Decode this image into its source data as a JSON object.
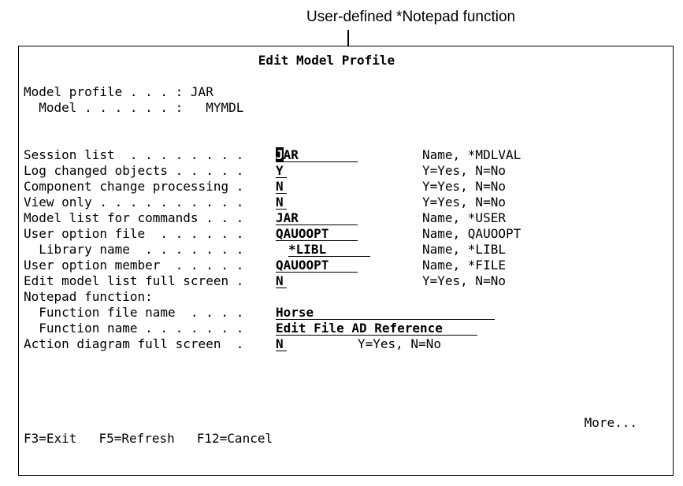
{
  "colors": {
    "foreground": "#000000",
    "background": "#ffffff"
  },
  "annotation": {
    "label": "User-defined *Notepad function"
  },
  "screen": {
    "title": "Edit Model Profile",
    "profile": [
      {
        "label": "Model profile . . . : ",
        "value": "JAR"
      },
      {
        "label": "  Model . . . . . . :   ",
        "value": "MYMDL"
      }
    ],
    "fields": [
      {
        "label": "Session list  . . . . . . . .",
        "value": "JAR",
        "hint": "Name, *MDLVAL"
      },
      {
        "label": "Log changed objects . . . . .",
        "value": "Y",
        "hint": "Y=Yes, N=No"
      },
      {
        "label": "Component change processing .",
        "value": "N",
        "hint": "Y=Yes, N=No"
      },
      {
        "label": "View only . . . . . . . . . .",
        "value": "N",
        "hint": "Y=Yes, N=No"
      },
      {
        "label": "Model list for commands . . .",
        "value": "JAR",
        "hint": "Name, *USER"
      },
      {
        "label": "User option file  . . . . . .",
        "value": "QAUOOPT",
        "hint": "Name, QAUOOPT"
      },
      {
        "label": "  Library name  . . . . . . .",
        "value": "*LIBL",
        "hint": "Name, *LIBL"
      },
      {
        "label": "User option member  . . . . .",
        "value": "QAUOOPT",
        "hint": "Name, *FILE"
      },
      {
        "label": "Edit model list full screen .",
        "value": "N",
        "hint": "Y=Yes, N=No"
      },
      {
        "label": "Notepad function:",
        "value": "",
        "hint": ""
      },
      {
        "label": "  Function file name  . . . .",
        "value": "Horse",
        "hint": ""
      },
      {
        "label": "  Function name . . . . . . .",
        "value": "Edit File AD Reference",
        "hint": ""
      },
      {
        "label": "Action diagram full screen  .",
        "value": "N",
        "hint": "Y=Yes, N=No"
      }
    ],
    "more_label": "More...",
    "function_keys": [
      {
        "label": "F3=Exit"
      },
      {
        "label": "F5=Refresh"
      },
      {
        "label": "F12=Cancel"
      }
    ]
  }
}
